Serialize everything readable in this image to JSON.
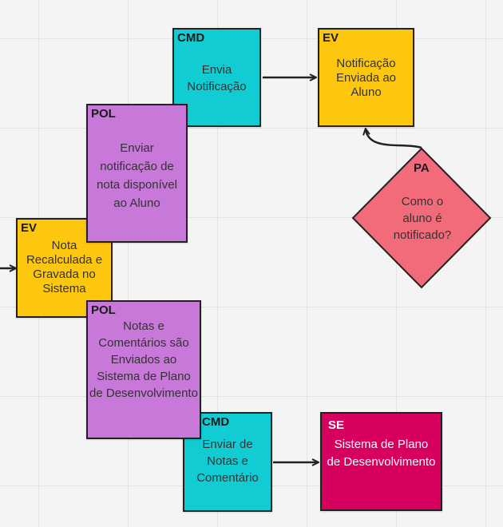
{
  "colors": {
    "command": "#12ccd3",
    "event": "#fdc70f",
    "policy": "#c878d8",
    "pivotal_question": "#f26b7b",
    "external_system": "#d8005f"
  },
  "notes": {
    "cmd_envia": {
      "tag": "CMD",
      "text": "Envia Notificação"
    },
    "ev_enviada": {
      "tag": "EV",
      "text": "Notificação Enviada ao Aluno"
    },
    "pol_enviar": {
      "tag": "POL",
      "text": "Enviar notificação de nota disponível ao Aluno"
    },
    "pa_como": {
      "tag": "PA",
      "text": "Como o aluno é notificado?"
    },
    "ev_nota": {
      "tag": "EV",
      "text": "Nota Recalculada e Gravada no Sistema"
    },
    "pol_notas": {
      "tag": "POL",
      "text": "Notas e Comentários são Enviados ao Sistema de Plano de Desenvolvimento"
    },
    "cmd_enviar": {
      "tag": "CMD",
      "text": "Enviar de Notas e Comentário"
    },
    "se_sistema": {
      "tag": "SE",
      "text": "Sistema de Plano de Desenvolvimento"
    }
  }
}
